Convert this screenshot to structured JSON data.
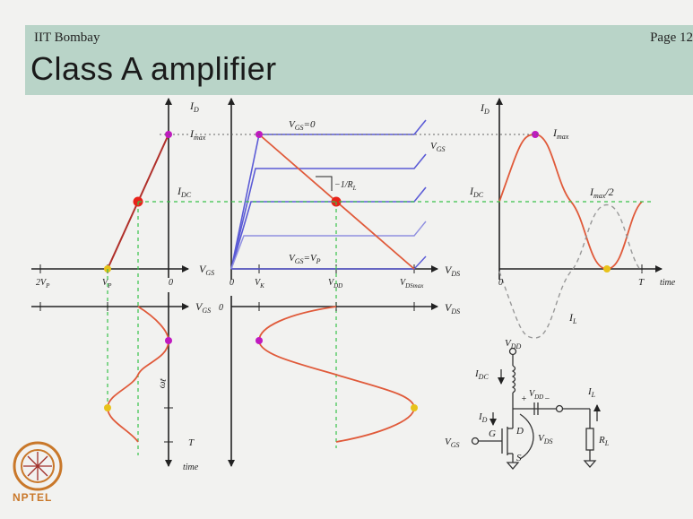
{
  "header": {
    "institution": "IIT Bombay",
    "page": "Page 12",
    "title": "Class A amplifier"
  },
  "logo": {
    "text": "NPTEL"
  },
  "colors": {
    "header_band": "#b9d4c8",
    "load_line": "#e05a3a",
    "curves": "#5b5bd6",
    "guides": "#39c24a",
    "max_dot": "#c01ac0",
    "min_dot": "#e8c21a",
    "q_point": "#e8221a"
  },
  "transfer_plot": {
    "y_label": "I",
    "y_sub": "D",
    "max_label": "I",
    "max_sub": "max",
    "dc_label": "I",
    "dc_sub": "DC",
    "x_label": "V",
    "x_sub": "GS",
    "tick_2vp": "2V",
    "tick_2vp_sub": "P",
    "tick_vp": "V",
    "tick_vp_sub": "P",
    "tick_zero": "0"
  },
  "output_plot": {
    "vgs0_label": "V",
    "vgs0_sub": "GS",
    "vgs0_value": "=0",
    "vgs_label": "V",
    "vgs_sub": "GS",
    "slope_label": "−1/R",
    "slope_sub": "L",
    "vgsp_label": "V",
    "vgsp_sub": "GS",
    "vgsp_value": "=V",
    "vgsp_value_sub": "P",
    "x_label": "V",
    "x_sub": "DS",
    "tick_zero": "0",
    "tick_vk": "V",
    "tick_vk_sub": "K",
    "tick_vdd": "V",
    "tick_vdd_sub": "DD",
    "tick_vdsmax": "V",
    "tick_vdsmax_sub": "DSmax"
  },
  "time_plot": {
    "y_label": "I",
    "y_sub": "D",
    "max_label": "I",
    "max_sub": "max",
    "dc_label": "I",
    "dc_sub": "DC",
    "half_label": "I",
    "half_sub": "max",
    "half_suffix": "/2",
    "tick_zero": "0",
    "tick_t": "T",
    "x_label": "time",
    "il_label": "I",
    "il_sub": "L"
  },
  "lower_left": {
    "axis_label": "V",
    "axis_sub": "GS",
    "tick_zero": "0",
    "tick_t": "T",
    "time_label": "time",
    "omega_label": "ωt"
  },
  "lower_right": {
    "axis_label": "V",
    "axis_sub": "DS"
  },
  "circuit": {
    "vdd_top": "V",
    "vdd_top_sub": "DD",
    "idc": "I",
    "idc_sub": "DC",
    "cap_vdd": "V",
    "cap_vdd_sub": "DD",
    "plus1": "+",
    "minus1": "−",
    "il": "I",
    "il_sub": "L",
    "id": "I",
    "id_sub": "D",
    "drain": "D",
    "vgs": "V",
    "vgs_sub": "GS",
    "gate": "G",
    "source": "S",
    "vds": "V",
    "vds_sub": "DS",
    "rl": "R",
    "rl_sub": "L"
  }
}
